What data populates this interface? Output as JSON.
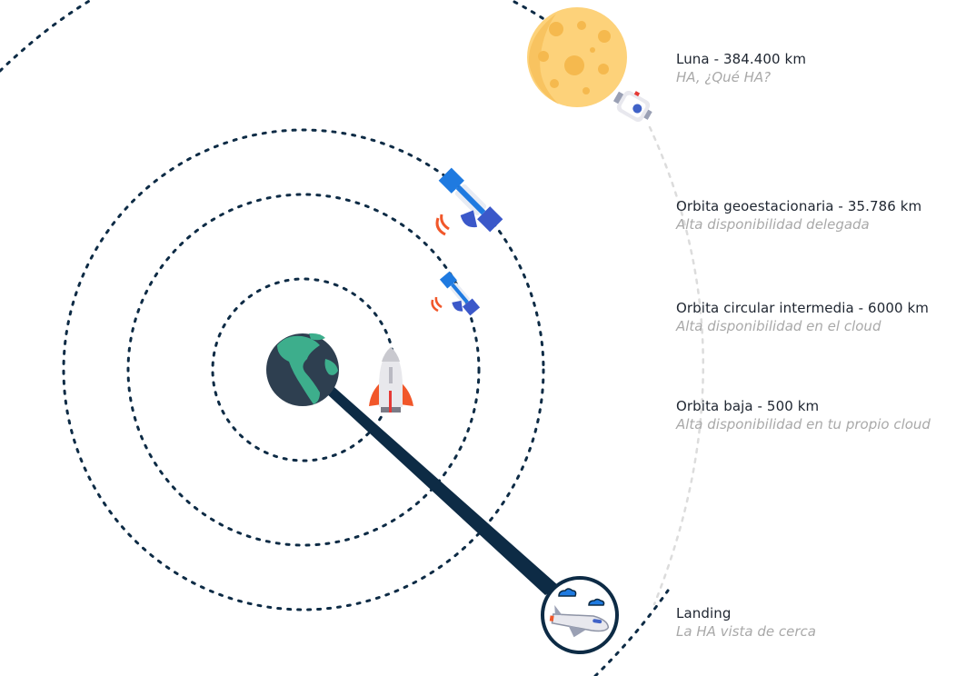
{
  "labels": {
    "luna": {
      "title": "Luna - 384.400 km",
      "subtitle": "HA, ¿Qué HA?"
    },
    "geo": {
      "title": "Orbita geoestacionaria -  35.786 km",
      "subtitle": "Alta disponibilidad delegada"
    },
    "meo": {
      "title": "Orbita circular intermedia - 6000 km",
      "subtitle": "Alta disponibilidad en el cloud"
    },
    "leo": {
      "title": "Orbita baja - 500 km",
      "subtitle": "Alta disponibilidad en tu propio cloud"
    },
    "landing": {
      "title": "Landing",
      "subtitle": "La HA vista de cerca"
    }
  },
  "colors": {
    "orbit": "#0d2b45",
    "earth_ocean": "#2e3f50",
    "earth_land": "#3dae8c",
    "moon": "#fdd27a",
    "moon_crater": "#f5b94e",
    "satellite_body": "#1f7ae0",
    "satellite_panel": "#3b58c9",
    "signal": "#f1572a",
    "path_dots": "#dcdcdc"
  },
  "icons": [
    "earth-icon",
    "moon-icon",
    "rocket-icon",
    "satellite-icon",
    "space-shuttle-icon",
    "space-capsule-icon"
  ]
}
